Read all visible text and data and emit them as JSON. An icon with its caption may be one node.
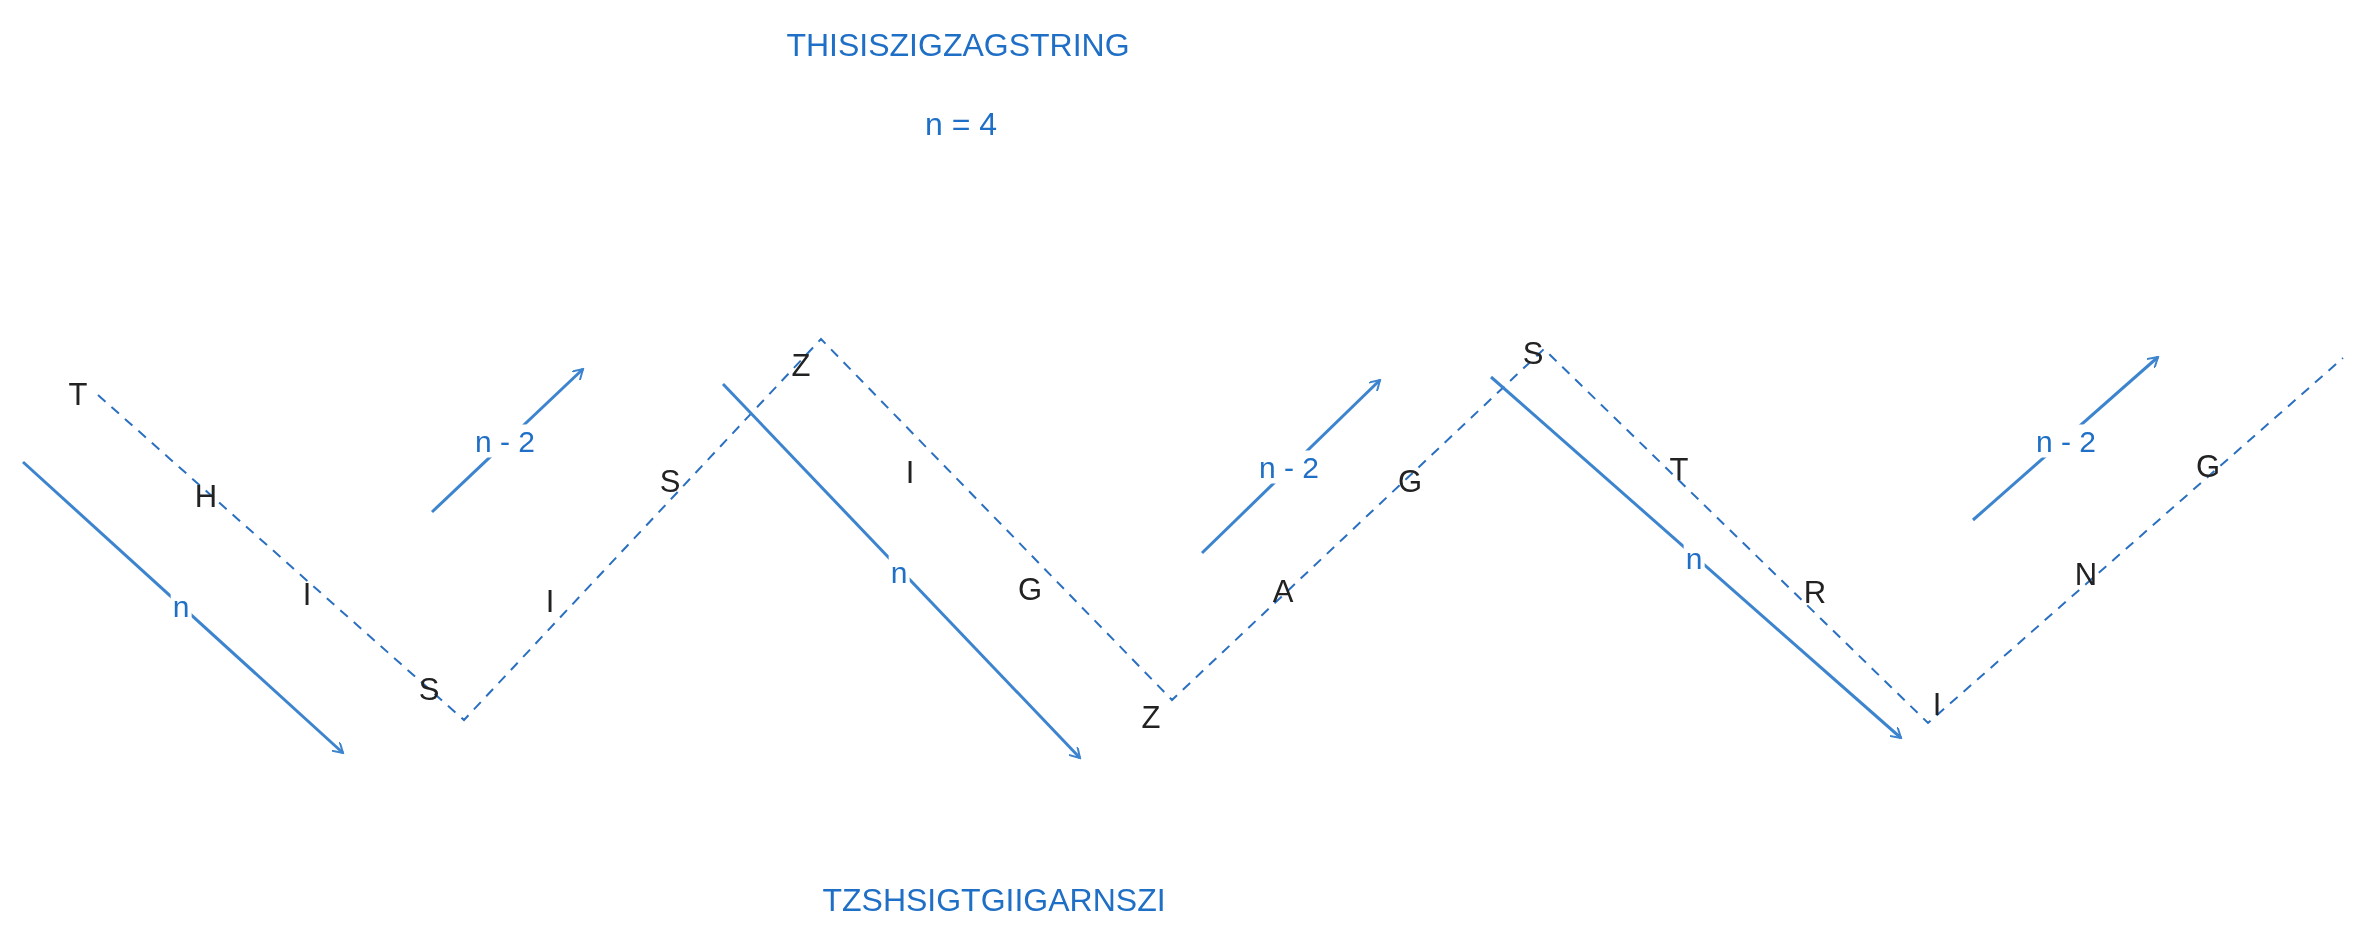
{
  "diagram": {
    "title": "THISISZIGZAGSTRING",
    "labels": [
      "n = 4",
      "T",
      "H",
      "I",
      "S",
      "I",
      "S",
      "Z",
      "I",
      "G",
      "Z",
      "A",
      "G",
      "S",
      "T",
      "R",
      "I",
      "N",
      "G",
      "n",
      "n - 2",
      "n",
      "n - 2",
      "n",
      "n - 2",
      "TZSHSIGTGIIGARNSZI"
    ]
  }
}
